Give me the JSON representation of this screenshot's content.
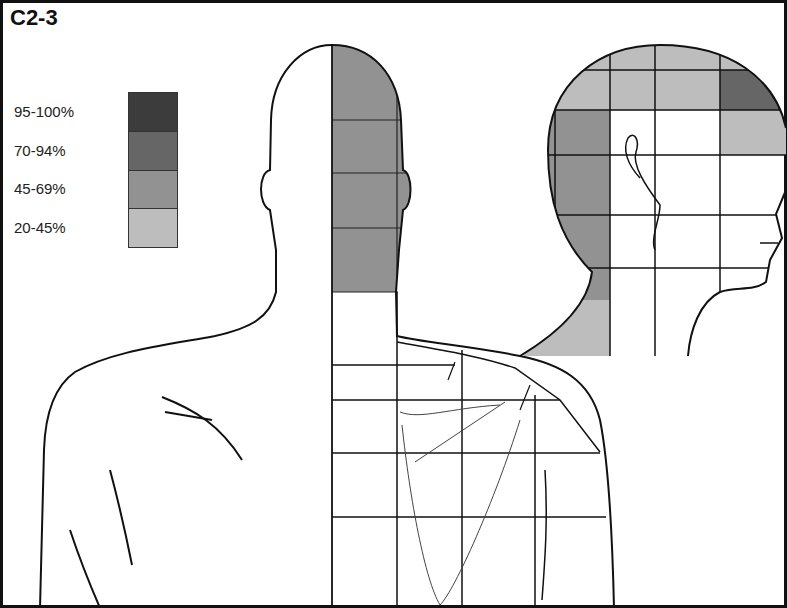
{
  "diagram": {
    "title": "C2-3",
    "legend": [
      {
        "text": "95-100%",
        "color": "#3c3c3c"
      },
      {
        "text": "70-94%",
        "color": "#666666"
      },
      {
        "text": "45-69%",
        "color": "#929292"
      },
      {
        "text": "20-45%",
        "color": "#bdbdbd"
      }
    ]
  }
}
